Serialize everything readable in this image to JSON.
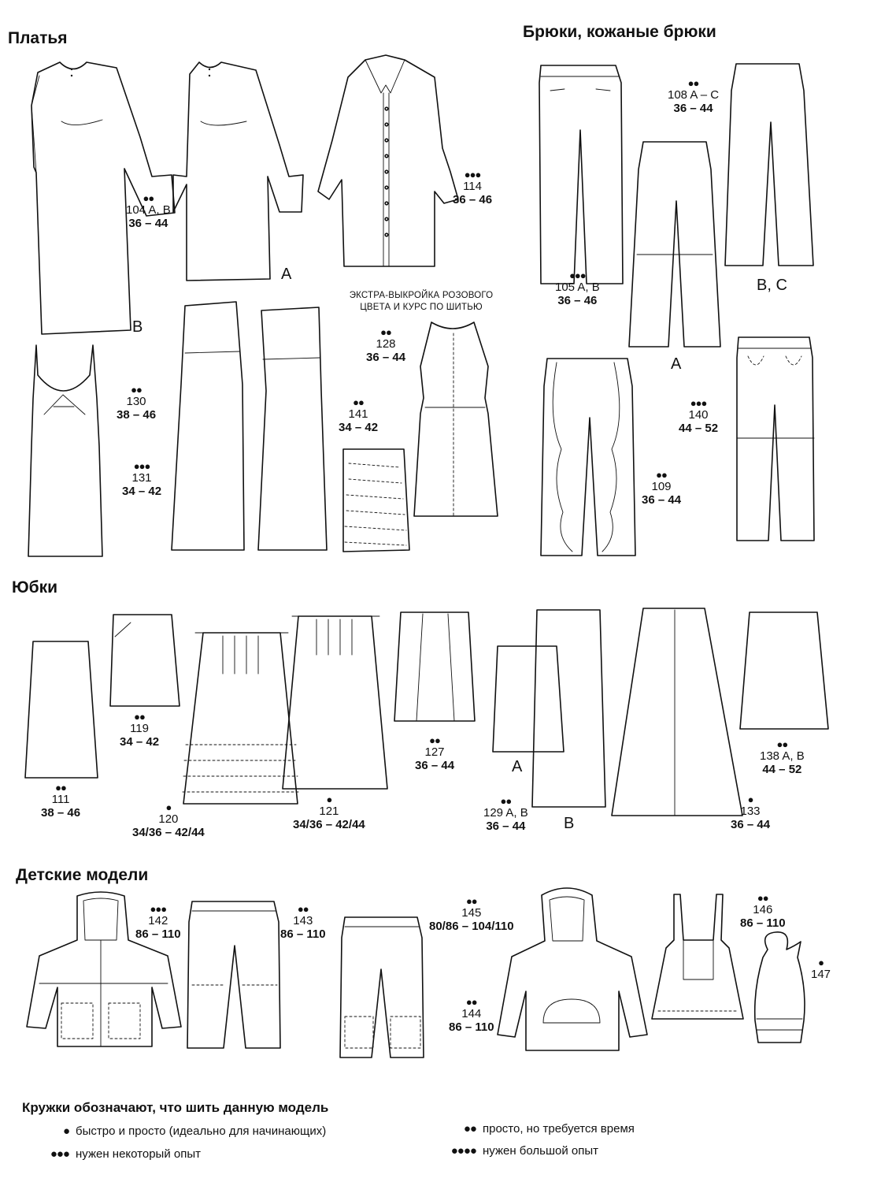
{
  "sections": {
    "dresses": "Платья",
    "trousers": "Брюки, кожаные брюки",
    "skirts": "Юбки",
    "kids": "Детские модели"
  },
  "extra_note": [
    "ЭКСТРА-ВЫКРОЙКА РОЗОВОГО",
    "ЦВЕТА И КУРС ПО ШИТЬЮ"
  ],
  "models": [
    {
      "id": "m104",
      "dots": "●●",
      "num": "104 A, B",
      "size": "36 – 44"
    },
    {
      "id": "m114",
      "dots": "●●●",
      "num": "114",
      "size": "36 – 46"
    },
    {
      "id": "m130",
      "dots": "●●",
      "num": "130",
      "size": "38 – 46"
    },
    {
      "id": "m131",
      "dots": "●●●",
      "num": "131",
      "size": "34 – 42"
    },
    {
      "id": "m141",
      "dots": "●●",
      "num": "141",
      "size": "34 – 42"
    },
    {
      "id": "m128",
      "dots": "●●",
      "num": "128",
      "size": "36 – 44"
    },
    {
      "id": "m108",
      "dots": "●●",
      "num": "108 A – C",
      "size": "36 – 44"
    },
    {
      "id": "m105",
      "dots": "●●●",
      "num": "105 A, B",
      "size": "36 – 46"
    },
    {
      "id": "m140",
      "dots": "●●●",
      "num": "140",
      "size": "44 – 52"
    },
    {
      "id": "m109",
      "dots": "●●",
      "num": "109",
      "size": "36 – 44"
    },
    {
      "id": "m119",
      "dots": "●●",
      "num": "119",
      "size": "34 – 42"
    },
    {
      "id": "m111",
      "dots": "●●",
      "num": "111",
      "size": "38 – 46"
    },
    {
      "id": "m120",
      "dots": "●",
      "num": "120",
      "size": "34/36 – 42/44"
    },
    {
      "id": "m121",
      "dots": "●",
      "num": "121",
      "size": "34/36 – 42/44"
    },
    {
      "id": "m127",
      "dots": "●●",
      "num": "127",
      "size": "36 – 44"
    },
    {
      "id": "m129",
      "dots": "●●",
      "num": "129 A, B",
      "size": "36 – 44"
    },
    {
      "id": "m133",
      "dots": "●",
      "num": "133",
      "size": "36 – 44"
    },
    {
      "id": "m138",
      "dots": "●●",
      "num": "138 A, B",
      "size": "44 – 52"
    },
    {
      "id": "m142",
      "dots": "●●●",
      "num": "142",
      "size": "86 – 110"
    },
    {
      "id": "m143",
      "dots": "●●",
      "num": "143",
      "size": "86 – 110"
    },
    {
      "id": "m145",
      "dots": "●●",
      "num": "145",
      "size": "80/86 – 104/110"
    },
    {
      "id": "m144",
      "dots": "●●",
      "num": "144",
      "size": "86 – 110"
    },
    {
      "id": "m146",
      "dots": "●●",
      "num": "146",
      "size": "86 – 110"
    },
    {
      "id": "m147",
      "dots": "●",
      "num": "147",
      "size": ""
    }
  ],
  "variants": {
    "v104b": "B",
    "v104a": "A",
    "v108a": "A",
    "v108bc": "B, C",
    "v129a": "A",
    "v129b": "B"
  },
  "legend": {
    "title": "Кружки обозначают, что шить данную модель",
    "items": [
      {
        "dots": "●",
        "text": "быстро и просто (идеально для начинающих)"
      },
      {
        "dots": "●●",
        "text": "просто, но требуется время"
      },
      {
        "dots": "●●●",
        "text": "нужен некоторый опыт"
      },
      {
        "dots": "●●●●",
        "text": "нужен большой опыт"
      }
    ]
  }
}
